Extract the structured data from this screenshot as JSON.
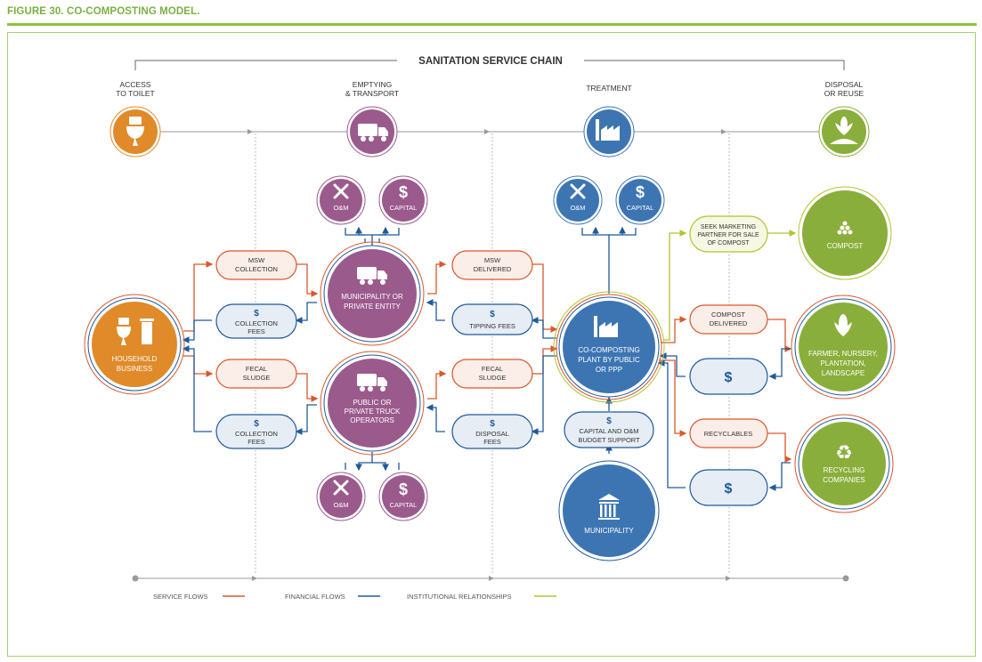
{
  "figure_title": "FIGURE 30. CO-COMPOSTING MODEL.",
  "chain": {
    "title": "SANITATION SERVICE CHAIN",
    "stages": [
      {
        "line1": "ACCESS",
        "line2": "TO TOILET",
        "icon": "toilet-icon"
      },
      {
        "line1": "EMPTYING",
        "line2": "& TRANSPORT",
        "icon": "truck-icon"
      },
      {
        "line1": "TREATMENT",
        "line2": "",
        "icon": "factory-icon"
      },
      {
        "line1": "DISPOSAL",
        "line2": "OR REUSE",
        "icon": "plant-icon"
      }
    ]
  },
  "nodes": {
    "household": {
      "line1": "HOUSEHOLD",
      "line2": "BUSINESS"
    },
    "municipality_private": {
      "line1": "MUNICIPALITY OR",
      "line2": "PRIVATE ENTITY"
    },
    "truck_operators": {
      "line1": "PUBLIC OR",
      "line2": "PRIVATE TRUCK",
      "line3": "OPERATORS"
    },
    "plant": {
      "line1": "CO-COMPOSTING",
      "line2": "PLANT BY PUBLIC",
      "line3": "OR PPP"
    },
    "municipality": {
      "line1": "MUNICIPALITY"
    },
    "compost": {
      "line1": "COMPOST"
    },
    "farmer": {
      "line1": "FARMER, NURSERY,",
      "line2": "PLANTATION,",
      "line3": "LANDSCAPE"
    },
    "recycling": {
      "line1": "RECYCLING",
      "line2": "COMPANIES"
    },
    "om": "O&M",
    "capital": "CAPITAL",
    "dollar": "$"
  },
  "pills": {
    "msw_collection": {
      "line1": "MSW",
      "line2": "COLLECTION"
    },
    "collection_fees_1": {
      "line1": "COLLECTION",
      "line2": "FEES"
    },
    "fecal_sludge_1": {
      "line1": "FECAL",
      "line2": "SLUDGE"
    },
    "collection_fees_2": {
      "line1": "COLLECTION",
      "line2": "FEES"
    },
    "msw_delivered": {
      "line1": "MSW",
      "line2": "DELIVERED"
    },
    "tipping_fees": {
      "line1": "TIPPING FEES"
    },
    "fecal_sludge_2": {
      "line1": "FECAL",
      "line2": "SLUDGE"
    },
    "disposal_fees": {
      "line1": "DISPOSAL",
      "line2": "FEES"
    },
    "seek_partner": {
      "line1": "SEEK MARKETING",
      "line2": "PARTNER FOR SALE",
      "line3": "OF COMPOST"
    },
    "compost_delivered": {
      "line1": "COMPOST",
      "line2": "DELIVERED"
    },
    "recyclables": {
      "line1": "RECYCLABLES"
    },
    "budget_support": {
      "line1": "CAPITAL AND O&M",
      "line2": "BUDGET SUPPORT"
    }
  },
  "legend": {
    "service": "SERVICE FLOWS",
    "financial": "FINANCIAL FLOWS",
    "institutional": "INSTITUTIONAL RELATIONSHIPS"
  },
  "colors": {
    "orange": "#e08a2a",
    "purple": "#9b5a8c",
    "blue": "#3d75b3",
    "green": "#8aae3b",
    "service_flow": "#d9582b",
    "financial_flow": "#1f5a9a",
    "institutional": "#b5c233",
    "pill_fill_service": "#fbeee8",
    "pill_fill_financial": "#e6edf5"
  }
}
